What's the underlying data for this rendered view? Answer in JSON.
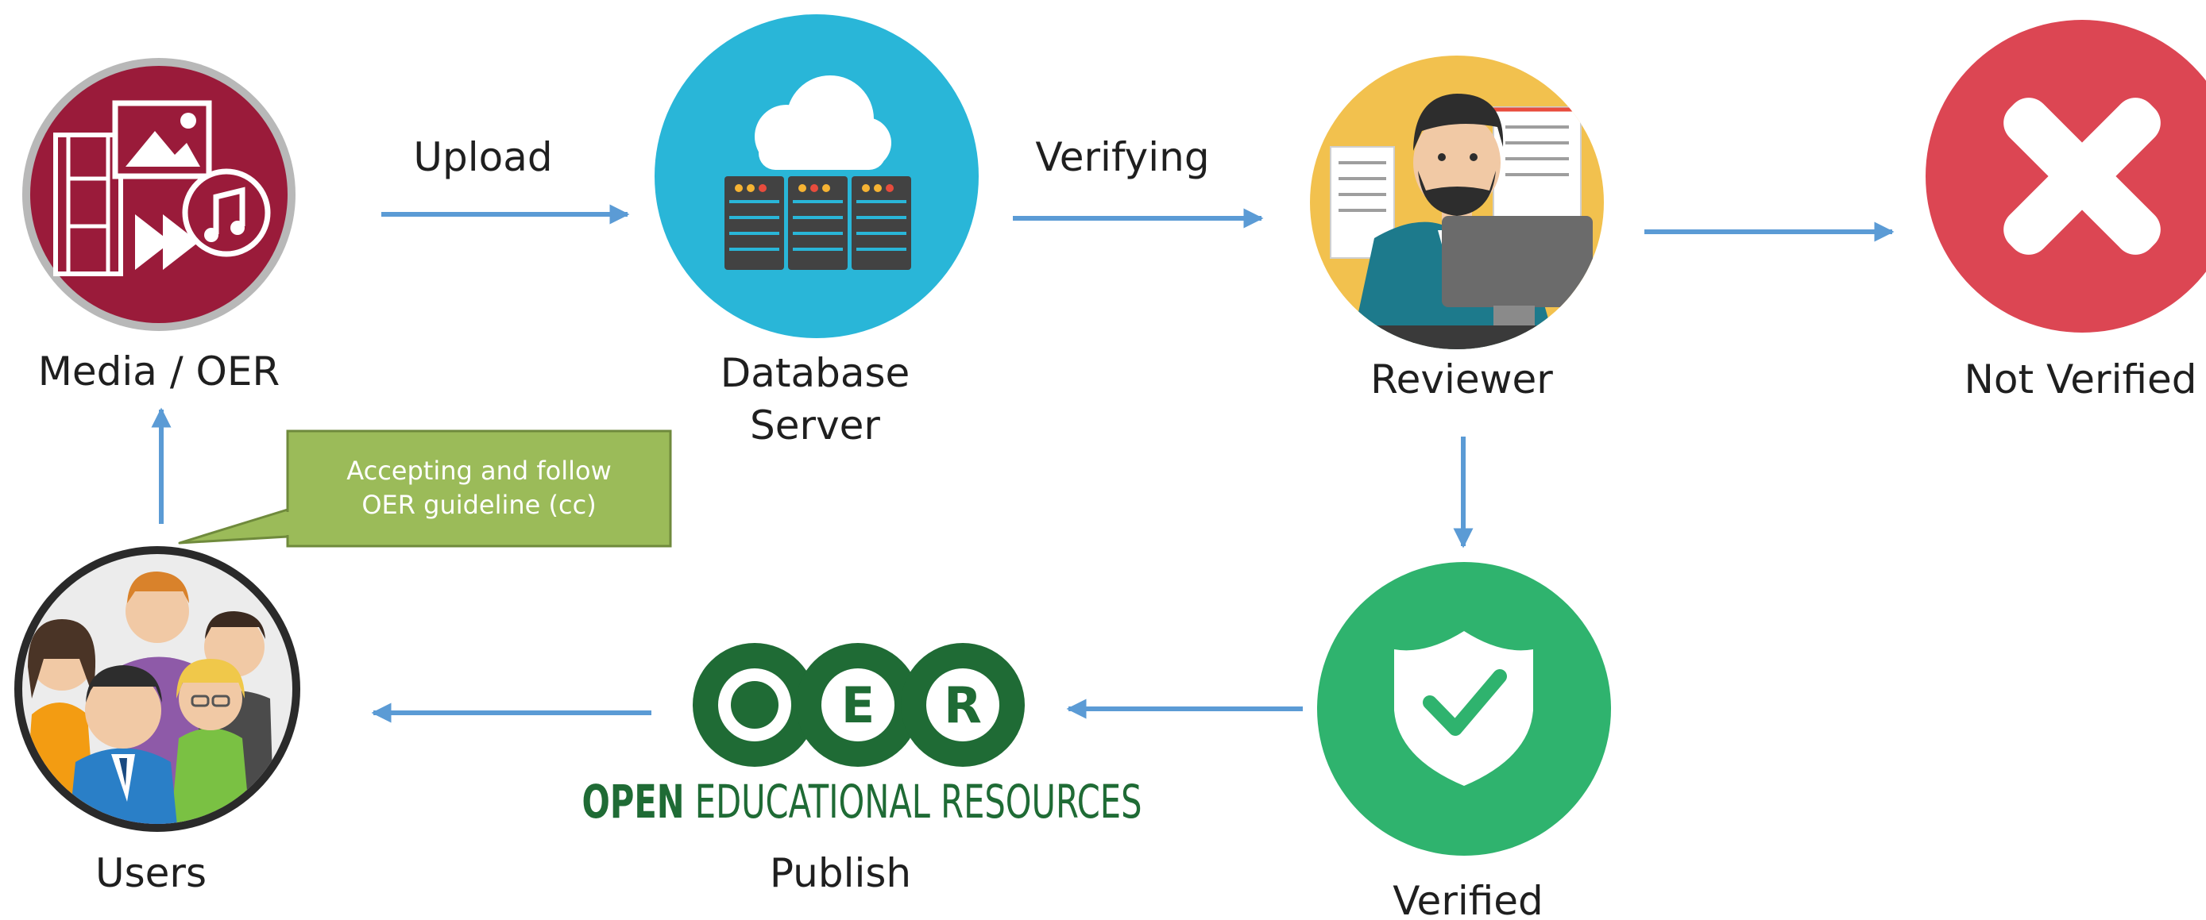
{
  "nodes": {
    "media": {
      "label": "Media / OER"
    },
    "server": {
      "label_line1": "Database",
      "label_line2": "Server"
    },
    "reviewer": {
      "label": "Reviewer"
    },
    "not_verified": {
      "label": "Not Verified"
    },
    "verified": {
      "label": "Verified"
    },
    "oer": {
      "letters": [
        "O",
        "E",
        "R"
      ],
      "word_open": "OPEN",
      "word_rest": "EDUCATIONAL RESOURCES",
      "label": "Publish"
    },
    "users": {
      "label": "Users"
    }
  },
  "edges": {
    "upload": "Upload",
    "verifying": "Verifying"
  },
  "callout": {
    "line1": "Accepting and follow",
    "line2": "OER guideline (cc)"
  },
  "colors": {
    "arrow": "#5b9bd5",
    "media": "#9a1b3a",
    "server": "#29b6d8",
    "reviewer": "#f2c14e",
    "not_verified": "#dc4653",
    "verified": "#2fb36e",
    "oer": "#1f6b35",
    "callout": "#9bbb59"
  }
}
